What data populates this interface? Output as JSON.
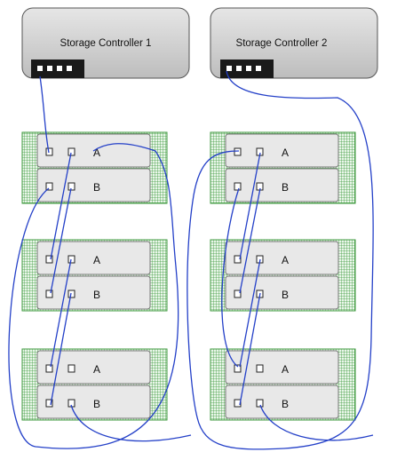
{
  "controllers": [
    {
      "label": "Storage Controller 1"
    },
    {
      "label": "Storage Controller 2"
    }
  ],
  "module_labels": [
    "A",
    "B"
  ],
  "enclosures": [
    {
      "column": 1,
      "level": 1
    },
    {
      "column": 1,
      "level": 2
    },
    {
      "column": 1,
      "level": 3
    },
    {
      "column": 2,
      "level": 1
    },
    {
      "column": 2,
      "level": 2
    },
    {
      "column": 2,
      "level": 3
    }
  ],
  "colors": {
    "controller_fill": "#c9c9c9",
    "port_panel": "#1a1a1a",
    "grid_fan": "#3f9a3f",
    "module_fill": "#e8e8e8",
    "cable": "#2440c8"
  }
}
